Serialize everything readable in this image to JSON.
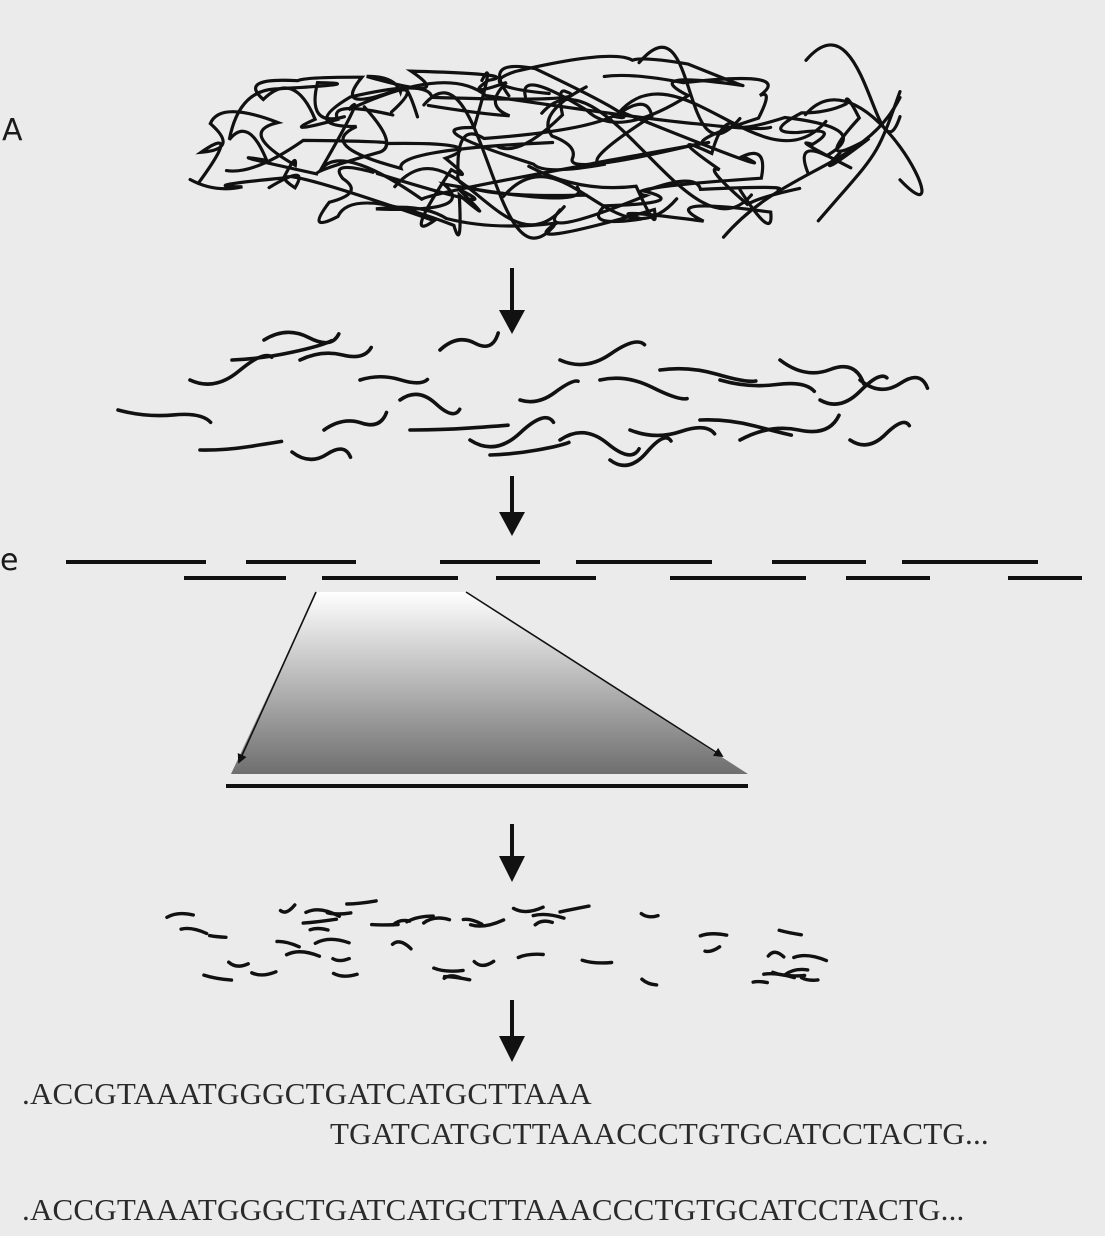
{
  "edge_labels": {
    "top_left": "A",
    "middle_left": "e"
  },
  "sequences": {
    "read_1": ".ACCGTAAATGGGCTGATCATGCTTAAA",
    "read_2": "TGATCATGCTTAAACCCTGTGCATCCTACTG...",
    "assembled": ".ACCGTAAATGGGCTGATCATGCTTAAACCCTGTGCATCCTACTG..."
  },
  "colors": {
    "background": "#ebebeb",
    "ink": "#111111",
    "gradient_light": "#ffffff",
    "gradient_dark": "#6e6e6e"
  }
}
